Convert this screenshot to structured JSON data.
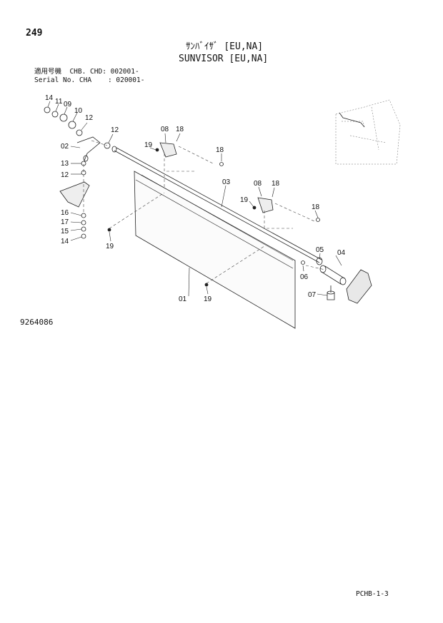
{
  "page_number": "249",
  "title_jp": "ｻﾝﾊﾞｲｻﾞ [EU,NA]",
  "title_en": "SUNVISOR [EU,NA]",
  "serial_line1": "適用号機  CHB. CHD: 002001-",
  "serial_line2": "Serial No. CHA    : 020001-",
  "drawing_number": "9264086",
  "footer_code": "PCHB-1-3",
  "part_labels": {
    "p01": "01",
    "p02": "02",
    "p03": "03",
    "p04": "04",
    "p05": "05",
    "p06": "06",
    "p07": "07",
    "p08": "08",
    "p09": "09",
    "p10": "10",
    "p11": "11",
    "p12": "12",
    "p13": "13",
    "p14": "14",
    "p15": "15",
    "p16": "16",
    "p17": "17",
    "p18": "18",
    "p19": "19"
  }
}
